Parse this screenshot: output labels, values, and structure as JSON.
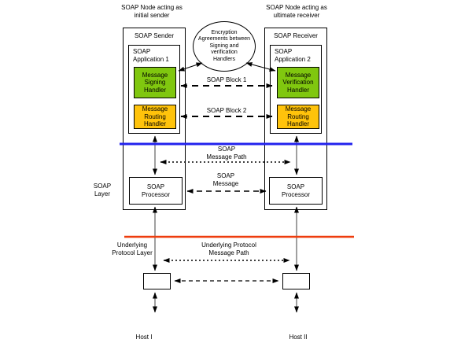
{
  "colors": {
    "handler_green": "#80C70F",
    "handler_orange": "#FFC30B",
    "soap_layer_line": "#2222EE",
    "underlying_layer_line": "#EE3D0E",
    "connector_gray": "#808080"
  },
  "top": {
    "left_node_label": "SOAP Node acting as\ninitial sender",
    "right_node_label": "SOAP Node acting as\nultimate receiver",
    "encryption_ellipse_label": "Encryption\nAgreements between\nSigning and verification\nHandlers"
  },
  "sender": {
    "title": "SOAP Sender",
    "app_label": "SOAP\nApplication 1",
    "signing_handler": "Message\nSigning\nHandler",
    "routing_handler": "Message\nRouting\nHandler",
    "processor": "SOAP\nProcessor"
  },
  "receiver": {
    "title": "SOAP Receiver",
    "app_label": "SOAP\nApplication 2",
    "verification_handler": "Message\nVerification\nHandler",
    "routing_handler": "Message\nRouting\nHandler",
    "processor": "SOAP\nProcessor"
  },
  "middle": {
    "soap_block1": "SOAP Block 1",
    "soap_block2": "SOAP Block 2",
    "soap_message_path": "SOAP\nMessage Path",
    "soap_message": "SOAP\nMessage",
    "soap_layer": "SOAP\nLayer"
  },
  "bottom": {
    "underlying_layer": "Underlying\nProtocol Layer",
    "underlying_path": "Underlying Protocol\nMessage Path",
    "host1": "Host I",
    "host2": "Host II"
  }
}
